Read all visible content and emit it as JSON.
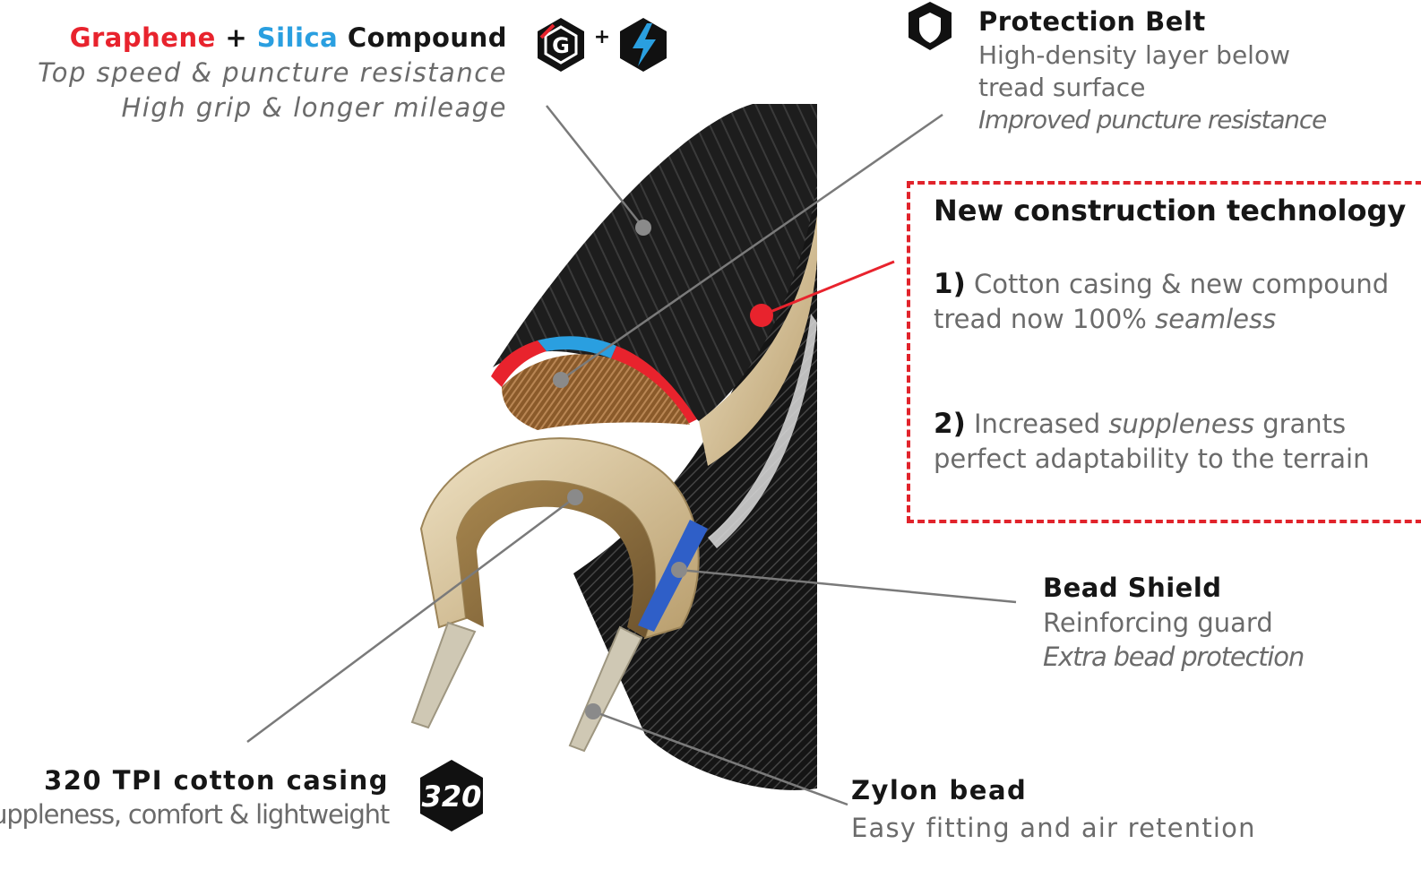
{
  "compound": {
    "title_part1": "Graphene",
    "title_plus": " + ",
    "title_part2": "Silica",
    "title_part3": " Compound",
    "line1": "Top speed & puncture resistance",
    "line2": "High grip & longer mileage",
    "icon_g_letter": "G",
    "icon_plus": "+"
  },
  "protection": {
    "title": "Protection Belt",
    "line1": "High-density layer  below",
    "line2": "tread surface",
    "line3": "Improved puncture  resistance"
  },
  "construction": {
    "title": "New construction technology",
    "point1_num": "1)",
    "point1_a": " Cotton casing & new compound tread now 100% ",
    "point1_b": "seamless",
    "point2_num": "2)",
    "point2_a": " Increased ",
    "point2_b": "suppleness",
    "point2_c": " grants perfect adaptability to the terrain"
  },
  "bead_shield": {
    "title": "Bead Shield",
    "line1": "Reinforcing guard",
    "line2": "Extra bead  protection"
  },
  "casing": {
    "title": "320 TPI cotton casing",
    "line1": "Suppleness, comfort & lightweight",
    "badge_text": "320"
  },
  "zylon": {
    "title": "Zylon bead",
    "line1": "Easy fitting and air retention"
  },
  "colors": {
    "accent_red": "#e8232d",
    "accent_blue": "#2a9fe0",
    "tread_black": "#1b1b1b",
    "casing_tan": "#d8c4a0",
    "bead_blue": "#2f5fc8"
  }
}
